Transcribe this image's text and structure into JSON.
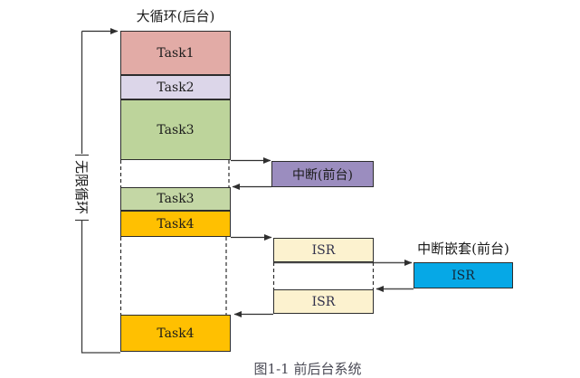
{
  "diagram": {
    "title": "大循环(后台)",
    "infinite_loop_label": "无限循环",
    "interrupt_nested_label": "中断嵌套(前台)",
    "caption_partial": "图1-1 前后台系统",
    "boxes": {
      "task1": {
        "label": "Task1",
        "color": "#e2aba6"
      },
      "task2": {
        "label": "Task2",
        "color": "#dcd6e9"
      },
      "task3_first": {
        "label": "Task3",
        "color": "#bdd49b"
      },
      "task3_second": {
        "label": "Task3",
        "color": "#c4d7a5"
      },
      "task4_first": {
        "label": "Task4",
        "color": "#ffc001"
      },
      "task4_second": {
        "label": "Task4",
        "color": "#ffc001"
      },
      "interrupt": {
        "label": "中断(前台)",
        "color": "#9b8dbf"
      },
      "isr_first": {
        "label": "ISR",
        "color": "#fcf2cf"
      },
      "isr_second": {
        "label": "ISR",
        "color": "#fcf2cf"
      },
      "isr_nested": {
        "label": "ISR",
        "color": "#06a8e6"
      }
    },
    "line_color": "#3c3c3c"
  }
}
